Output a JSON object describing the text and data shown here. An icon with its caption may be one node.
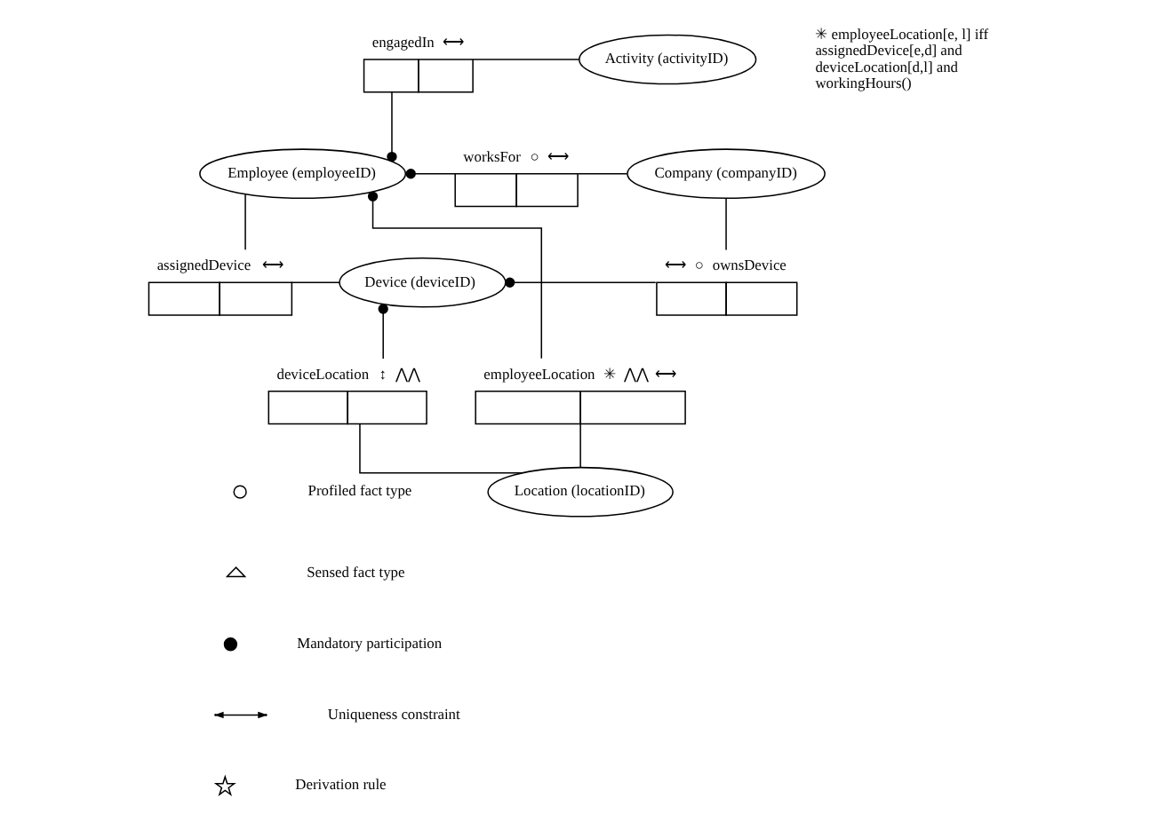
{
  "diagram": {
    "nodes": [
      {
        "text": [],
        "shape": "box",
        "beside": [
          "engagedIn",
          "⟷"
        ]
      },
      {
        "text": [
          "Activity (activityID)"
        ]
      },
      {
        "text": [
          "Employee (employeeID)"
        ]
      },
      {
        "text": [],
        "shape": "box",
        "beside": [
          "worksFor",
          "○",
          "⟷"
        ]
      },
      {
        "text": [
          "Company (companyID)"
        ]
      },
      {
        "text": [],
        "shape": "box",
        "beside": [
          "assignedDevice",
          "⟷"
        ]
      },
      {
        "text": [
          "Device (deviceID)"
        ]
      },
      {
        "text": [],
        "shape": "box",
        "beside": [
          "⟷",
          "○",
          "ownsDevice"
        ]
      },
      {
        "text": [],
        "shape": "box",
        "beside": [
          "employeeLocation",
          "✳",
          "⋀⋀",
          "⟷"
        ]
      },
      {
        "text": [],
        "shape": "box",
        "beside": [
          "deviceLocation",
          "↕",
          "⋀⋀"
        ]
      },
      {
        "text": [
          "Location (locationID)"
        ]
      }
    ],
    "edges": [
      {
        "from": 2,
        "to": 0,
        "arrow": "other"
      },
      {
        "from": 0,
        "to": 1,
        "arrow": "none"
      },
      {
        "from": 2,
        "to": 3,
        "arrow": "other"
      },
      {
        "from": 3,
        "to": 4,
        "arrow": "none"
      },
      {
        "from": 2,
        "to": 5,
        "arrow": "none"
      },
      {
        "from": 5,
        "to": 6,
        "arrow": "none"
      },
      {
        "from": 6,
        "to": 7,
        "arrow": "other"
      },
      {
        "from": 7,
        "to": 4,
        "arrow": "none"
      },
      {
        "from": 2,
        "to": 8,
        "arrow": "other"
      },
      {
        "from": 8,
        "to": 10,
        "arrow": "none"
      },
      {
        "from": 6,
        "to": 9,
        "arrow": "other"
      },
      {
        "from": 9,
        "to": 10,
        "arrow": "none"
      }
    ],
    "labels": [
      "✳ employeeLocation[e, l] iff assignedDevice[e,d] and deviceLocation[d,l] and workingHours()"
    ],
    "legend": [
      {
        "text": "Profiled fact type"
      },
      {
        "text": "Sensed fact type"
      },
      {
        "text": "Mandatory participation"
      },
      {
        "text": "Uniqueness constraint"
      },
      {
        "text": "Derivation rule"
      }
    ]
  }
}
